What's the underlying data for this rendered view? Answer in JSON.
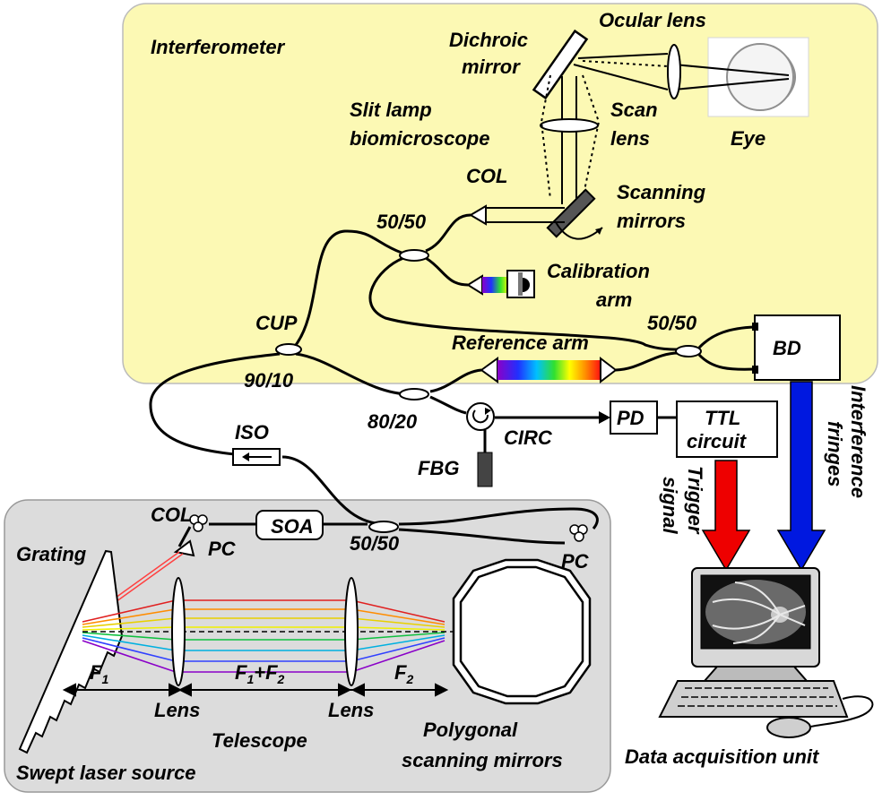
{
  "colors": {
    "interferometer_panel": "#fcf9b4",
    "source_panel": "#dcdcdc",
    "trigger_arrow": "#ee0000",
    "fringes_arrow": "#0018e0"
  },
  "regions": {
    "interferometer": "Interferometer",
    "swept_source": "Swept laser source",
    "daq": "Data acquisition unit"
  },
  "labels": {
    "ocular_lens": "Ocular lens",
    "dichroic_1": "Dichroic",
    "dichroic_2": "mirror",
    "slit_1": "Slit lamp",
    "slit_2": "biomicroscope",
    "scan_1": "Scan",
    "scan_2": "lens",
    "eye": "Eye",
    "col_top": "COL",
    "scanning_1": "Scanning",
    "scanning_2": "mirrors",
    "splitter_top": "50/50",
    "calib_1": "Calibration",
    "calib_2": "arm",
    "splitter_bd": "50/50",
    "cup": "CUP",
    "reference_arm": "Reference arm",
    "ratio_9010": "90/10",
    "ratio_8020": "80/20",
    "iso": "ISO",
    "circ": "CIRC",
    "fbg": "FBG",
    "pd": "PD",
    "ttl_1": "TTL",
    "ttl_2": "circuit",
    "bd": "BD",
    "trigger_1": "Trigger",
    "trigger_2": "signal",
    "fringes_1": "Interference",
    "fringes_2": "fringes",
    "col_source": "COL",
    "pc_left": "PC",
    "soa": "SOA",
    "splitter_source": "50/50",
    "pc_right": "PC",
    "grating": "Grating",
    "f1": "F",
    "f1_sub": "1",
    "f1f2_a": "F",
    "f1f2_a_sub": "1",
    "f1f2_plus": "+F",
    "f1f2_b_sub": "2",
    "f2": "F",
    "f2_sub": "2",
    "lens_left": "Lens",
    "lens_right": "Lens",
    "telescope": "Telescope",
    "poly_1": "Polygonal",
    "poly_2": "scanning mirrors"
  }
}
